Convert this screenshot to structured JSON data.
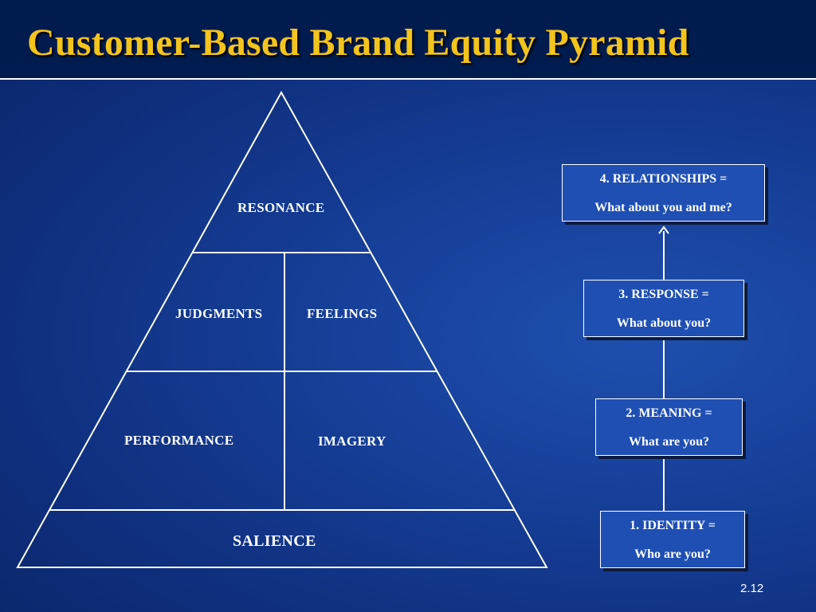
{
  "title": "Customer-Based Brand Equity Pyramid",
  "pyramid": {
    "resonance": "RESONANCE",
    "judgments": "JUDGMENTS",
    "feelings": "FEELINGS",
    "performance": "PERFORMANCE",
    "imagery": "IMAGERY",
    "salience": "SALIENCE"
  },
  "steps": [
    {
      "line1": "4.   RELATIONSHIPS  =",
      "line2": "What about you and me?"
    },
    {
      "line1": "3.  RESPONSE  =",
      "line2": "What about you?"
    },
    {
      "line1": "2.   MEANING  =",
      "line2": "What are you?"
    },
    {
      "line1": "1.   IDENTITY  =",
      "line2": "Who are you?"
    }
  ],
  "slide_number": "2.12",
  "colors": {
    "title": "#f3c41c",
    "background": "#163f98",
    "header": "#001b4e",
    "lines": "#ffffff"
  }
}
